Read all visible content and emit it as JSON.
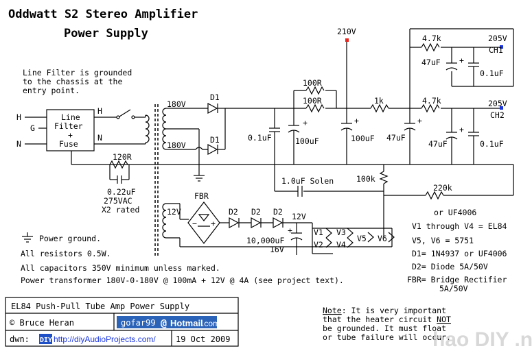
{
  "title": {
    "line1": "Oddwatt S2 Stereo Amplifier",
    "line2": "Power Supply"
  },
  "notes": {
    "line_filter": [
      "Line Filter is grounded",
      "to the chassis at the",
      "entry point."
    ],
    "ground_legend": "Power ground.",
    "resistors": "All resistors 0.5W.",
    "capacitors": "All capacitors 350V minimum unless marked.",
    "transformer": "Power transformer 180V-0-180V @ 100mA + 12V @ 4A (see project text)."
  },
  "input": {
    "h": "H",
    "g": "G",
    "n": "N",
    "filter": [
      "Line",
      "Filter",
      "+",
      "Fuse"
    ],
    "h_out": "H",
    "n_out": "N"
  },
  "labels": {
    "v180_top": "180V",
    "v180_bot": "180V",
    "d1_top": "D1",
    "d1_bot": "D1",
    "r120": "120R",
    "cap_022": [
      "0.22uF",
      "275VAC",
      "X2 rated"
    ],
    "c01_a": "0.1uF",
    "c100_a": "100uF",
    "c100_b": "100uF",
    "r100_top": "100R",
    "r100_mid": "100R",
    "v210": "210V",
    "r1k": "1k",
    "c47_main": "47uF",
    "r47k_1": "4.7k",
    "r47k_2": "4.7k",
    "v205_1": "205V",
    "ch1": "CH1",
    "v205_2": "205V",
    "ch2": "CH2",
    "c47_ch1": "47uF",
    "c01_ch1": "0.1uF",
    "c47_ch2": "47uF",
    "c01_ch2": "0.1uF",
    "solen": "1.0uF Solen",
    "r100k": "100k",
    "r220k": "220k",
    "v12_tx": "12V",
    "fbr": "FBR",
    "d2_a": "D2",
    "d2_b": "D2",
    "d2_c": "D2",
    "v12_out": "12V",
    "c10000": "10,000uF",
    "v16": "16V",
    "v1": "V1",
    "v2": "V2",
    "v3": "V3",
    "v4": "V4",
    "v5": "V5",
    "v6": "V6"
  },
  "legend": {
    "uf4006": "or UF4006",
    "v1v4": "V1 through V4 = EL84",
    "v5v6": "V5, V6 = 5751",
    "d1": "D1= 1N4937 or UF4006",
    "d2": "D2= Diode 5A/50V",
    "fbr1": "FBR= Bridge Rectifier",
    "fbr2": "5A/50V"
  },
  "titleblock": {
    "name": "EL84 Push-Pull Tube Amp Power Supply",
    "author": "© Bruce Heran",
    "email_user": "gofar99",
    "email_at": "@",
    "email_host": "Hotmail",
    "email_tld": ".com",
    "dwn": "dwn:",
    "diy": "DIY",
    "url": "http://diyAudioProjects.com/",
    "date": "19 Oct 2009"
  },
  "warning": {
    "note_word": "Note",
    "line1_rest": ": It is very important",
    "line2_pre": "that the heater circuit ",
    "line2_not": "NOT",
    "line3": "be grounded.  It must float",
    "line4": "or tube failure will occur."
  },
  "watermark": "hao DIY .net",
  "colors": {
    "node_red": "#e8261e",
    "node_blue": "#1a35e0",
    "hotmail_bg": "#2b63b8",
    "diy_bg": "#2050c8"
  }
}
